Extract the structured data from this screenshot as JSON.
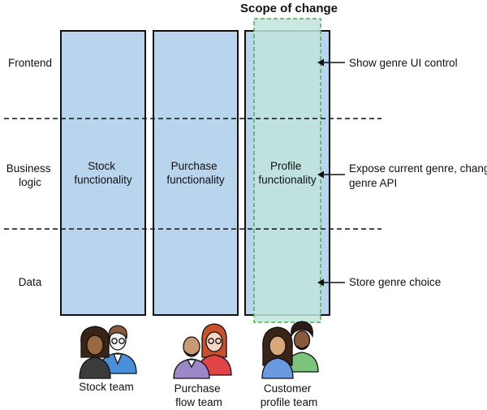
{
  "title": "Scope of change",
  "layers": [
    {
      "lines": [
        "Frontend"
      ]
    },
    {
      "lines": [
        "Business",
        "logic"
      ]
    },
    {
      "lines": [
        "Data"
      ]
    }
  ],
  "columns": [
    {
      "lines": [
        "Stock",
        "functionality"
      ]
    },
    {
      "lines": [
        "Purchase",
        "functionality"
      ]
    },
    {
      "lines": [
        "Profile",
        "functionality"
      ]
    }
  ],
  "annotations": [
    {
      "lines": [
        "Show genre UI control"
      ]
    },
    {
      "lines": [
        "Expose current genre, change",
        "genre API"
      ]
    },
    {
      "lines": [
        "Store genre choice"
      ]
    }
  ],
  "teams": [
    {
      "lines": [
        "Stock team"
      ]
    },
    {
      "lines": [
        "Purchase",
        "flow team"
      ]
    },
    {
      "lines": [
        "Customer",
        "profile team"
      ]
    }
  ],
  "colors": {
    "column_fill": "#b9d5ee",
    "scope_fill": "#bfe4dc",
    "scope_stroke": "#4caf50",
    "outline": "#111111"
  },
  "icons": [
    "stock-team-people-icon",
    "purchase-team-people-icon",
    "customer-team-people-icon",
    "arrow-left-icon"
  ]
}
